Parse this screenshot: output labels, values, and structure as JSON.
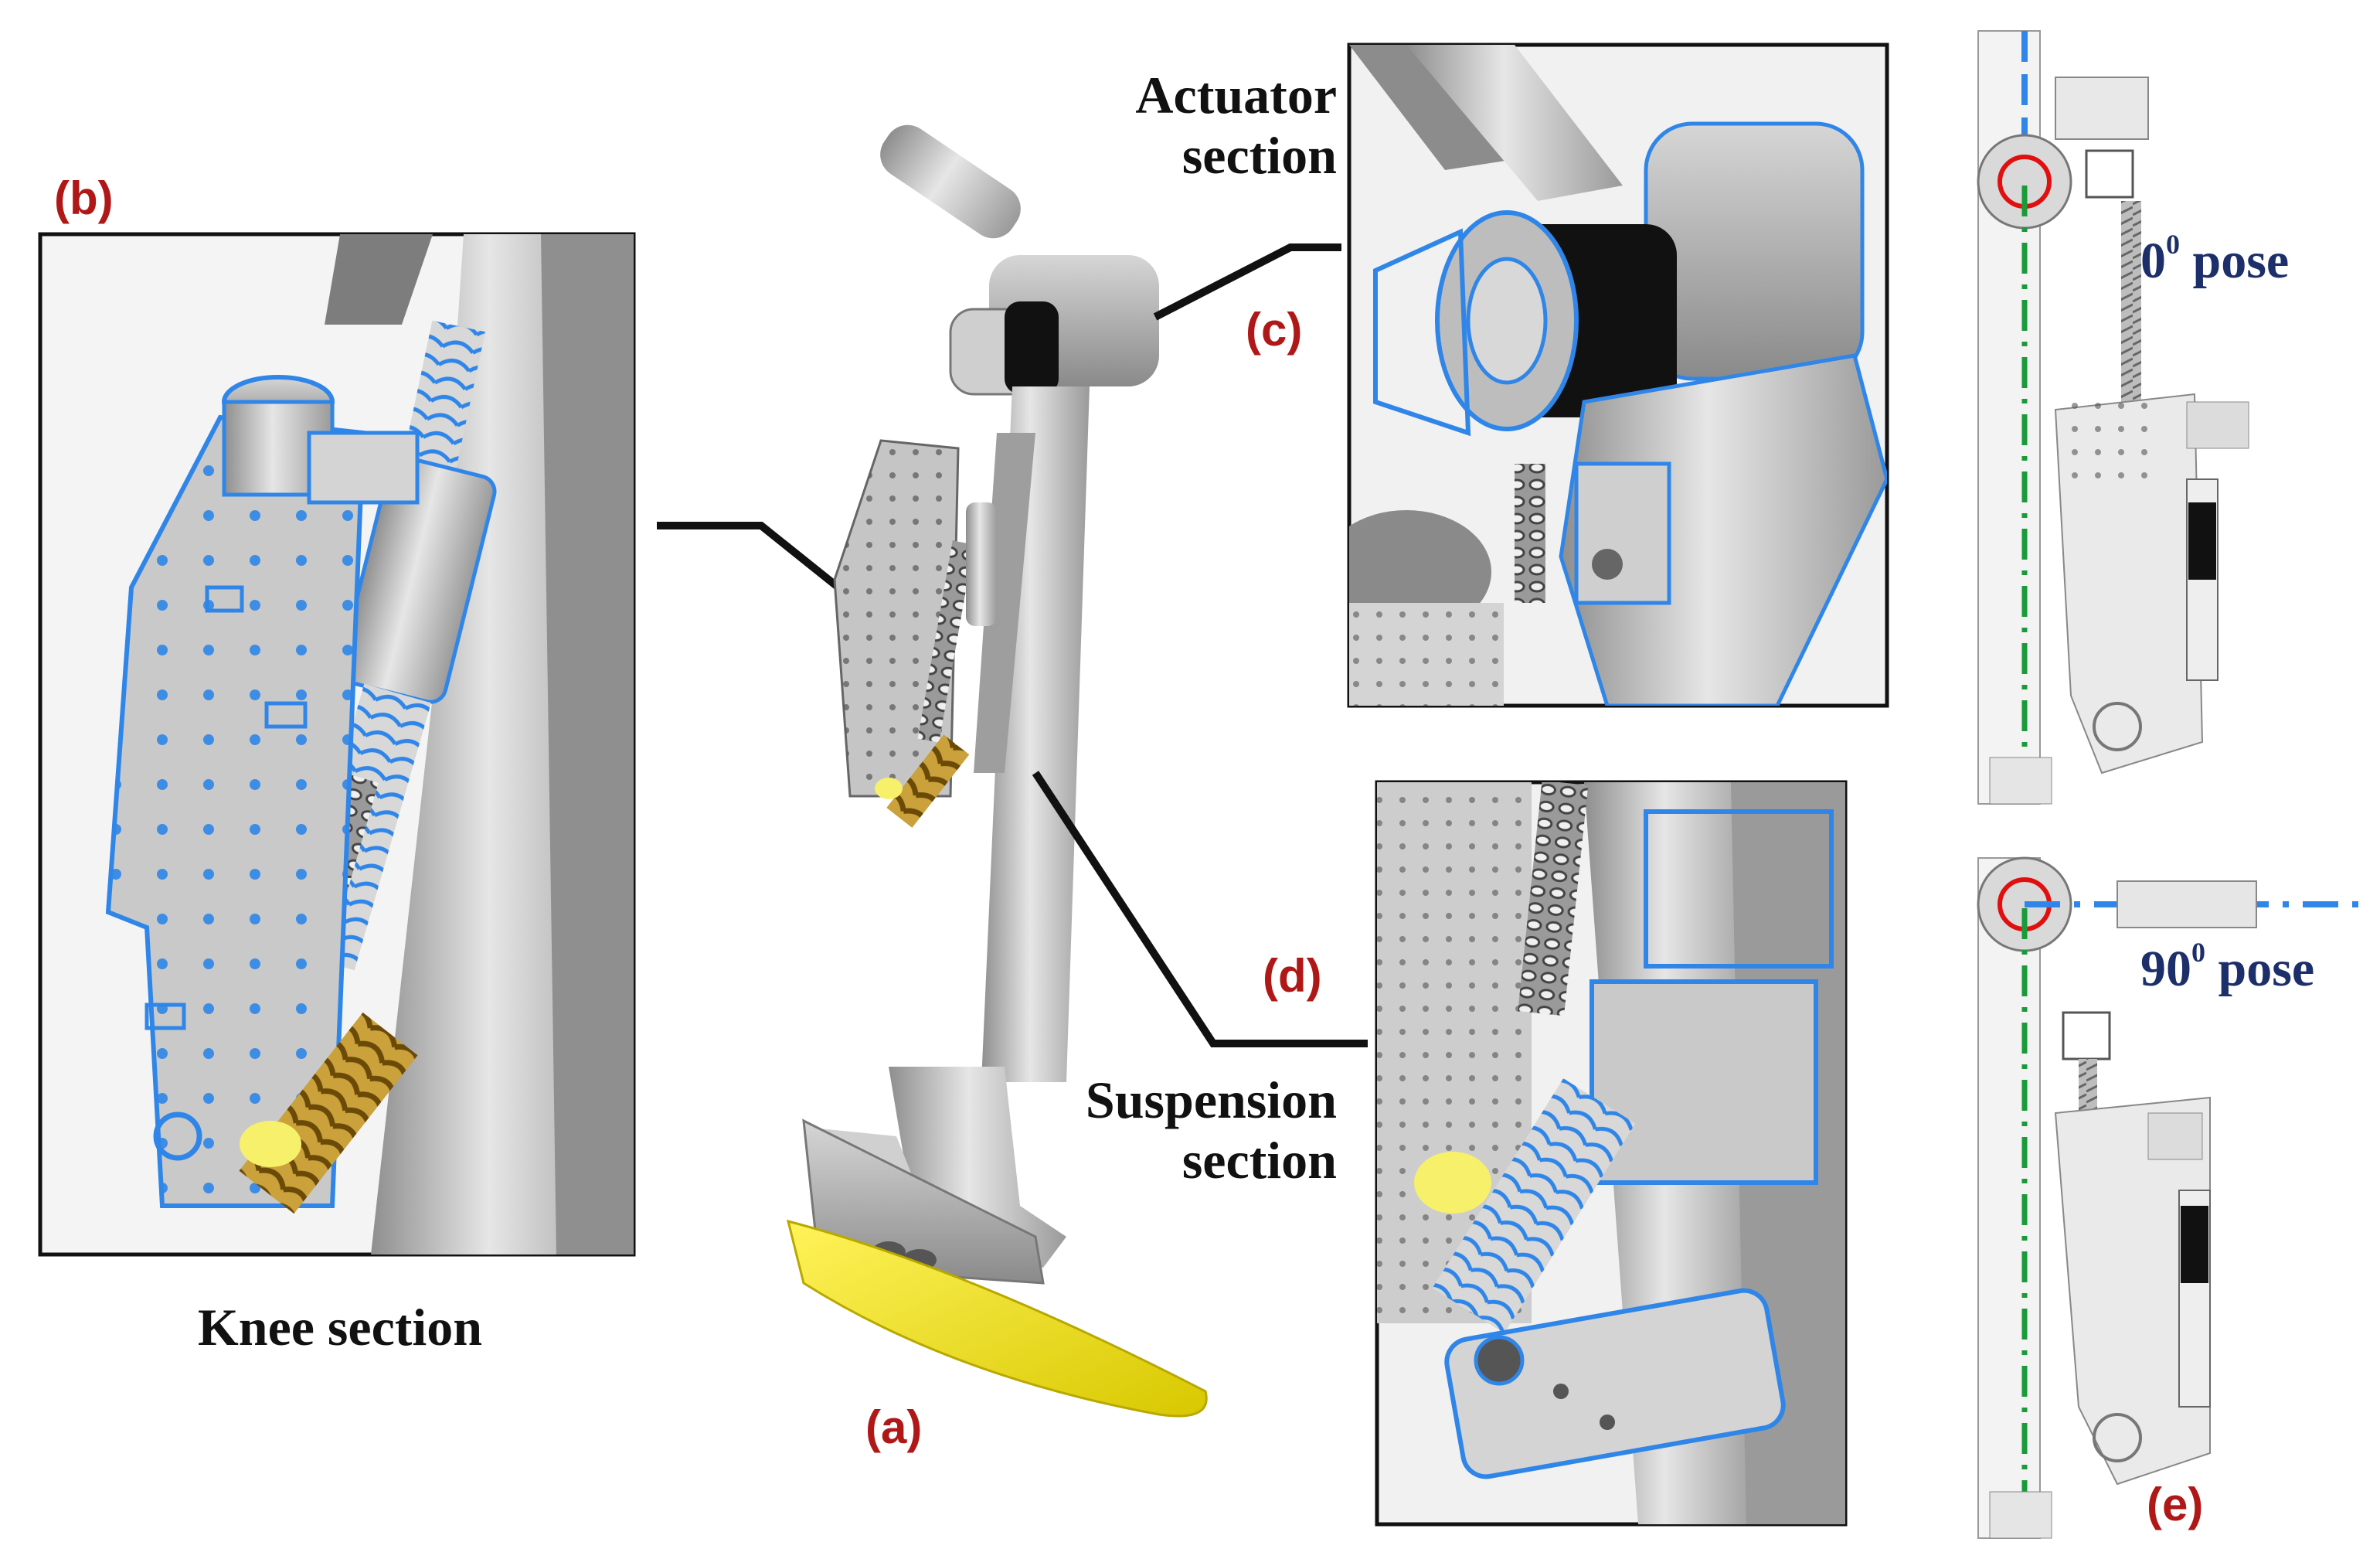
{
  "labels": {
    "a": "(a)",
    "b": "(b)",
    "c": "(c)",
    "d": "(d)",
    "e": "(e)"
  },
  "sections": {
    "knee": "Knee section",
    "actuator_line1": "Actuator",
    "actuator_line2": "section",
    "suspension_line1": "Suspension",
    "suspension_line2": "section"
  },
  "poses": {
    "pose_0_value": "0",
    "pose_0_sup": "0",
    "pose_0_word": "pose",
    "pose_90_value": "90",
    "pose_90_sup": "0",
    "pose_90_word": "pose"
  },
  "colors": {
    "label_red": "#b01818",
    "pose_navy": "#1d2f6a",
    "wireframe_blue": "#2f86e8",
    "metal_gray": "#b9b9b9",
    "foot_yellow": "#f0e21a",
    "axis_green": "#1a9a3a",
    "joint_red": "#e01010"
  }
}
